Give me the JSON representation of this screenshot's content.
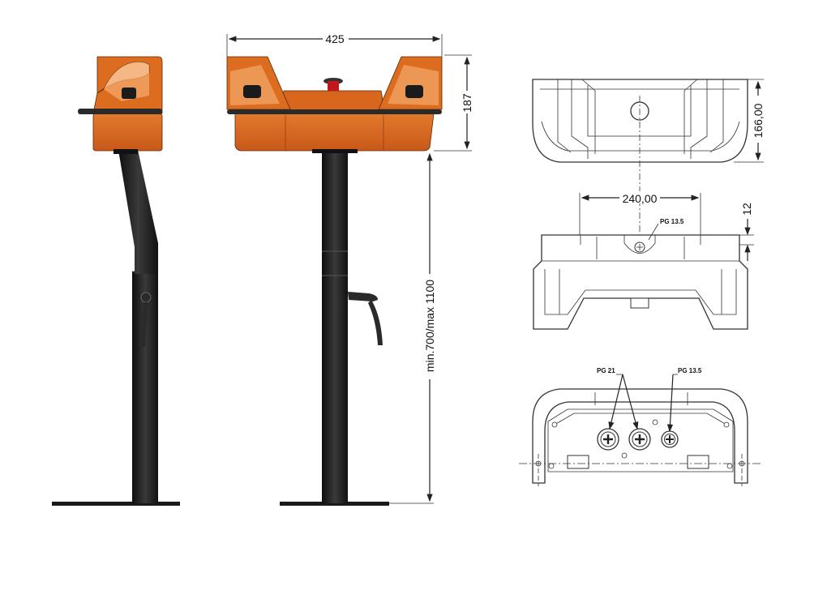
{
  "dimensions": {
    "width_top": "425",
    "height_console": "187",
    "height_column": "min.700/max 1100",
    "drawing_height": "166,00",
    "spacing": "240,00",
    "offset": "12"
  },
  "labels": {
    "pg_side": "PG 13.5",
    "pg21": "PG 21",
    "pg135_bottom": "PG 13.5"
  },
  "colors": {
    "orange": "#d9691c",
    "orange_light": "#f0a060",
    "dark": "#1e1e1e",
    "red": "#c0181c"
  }
}
